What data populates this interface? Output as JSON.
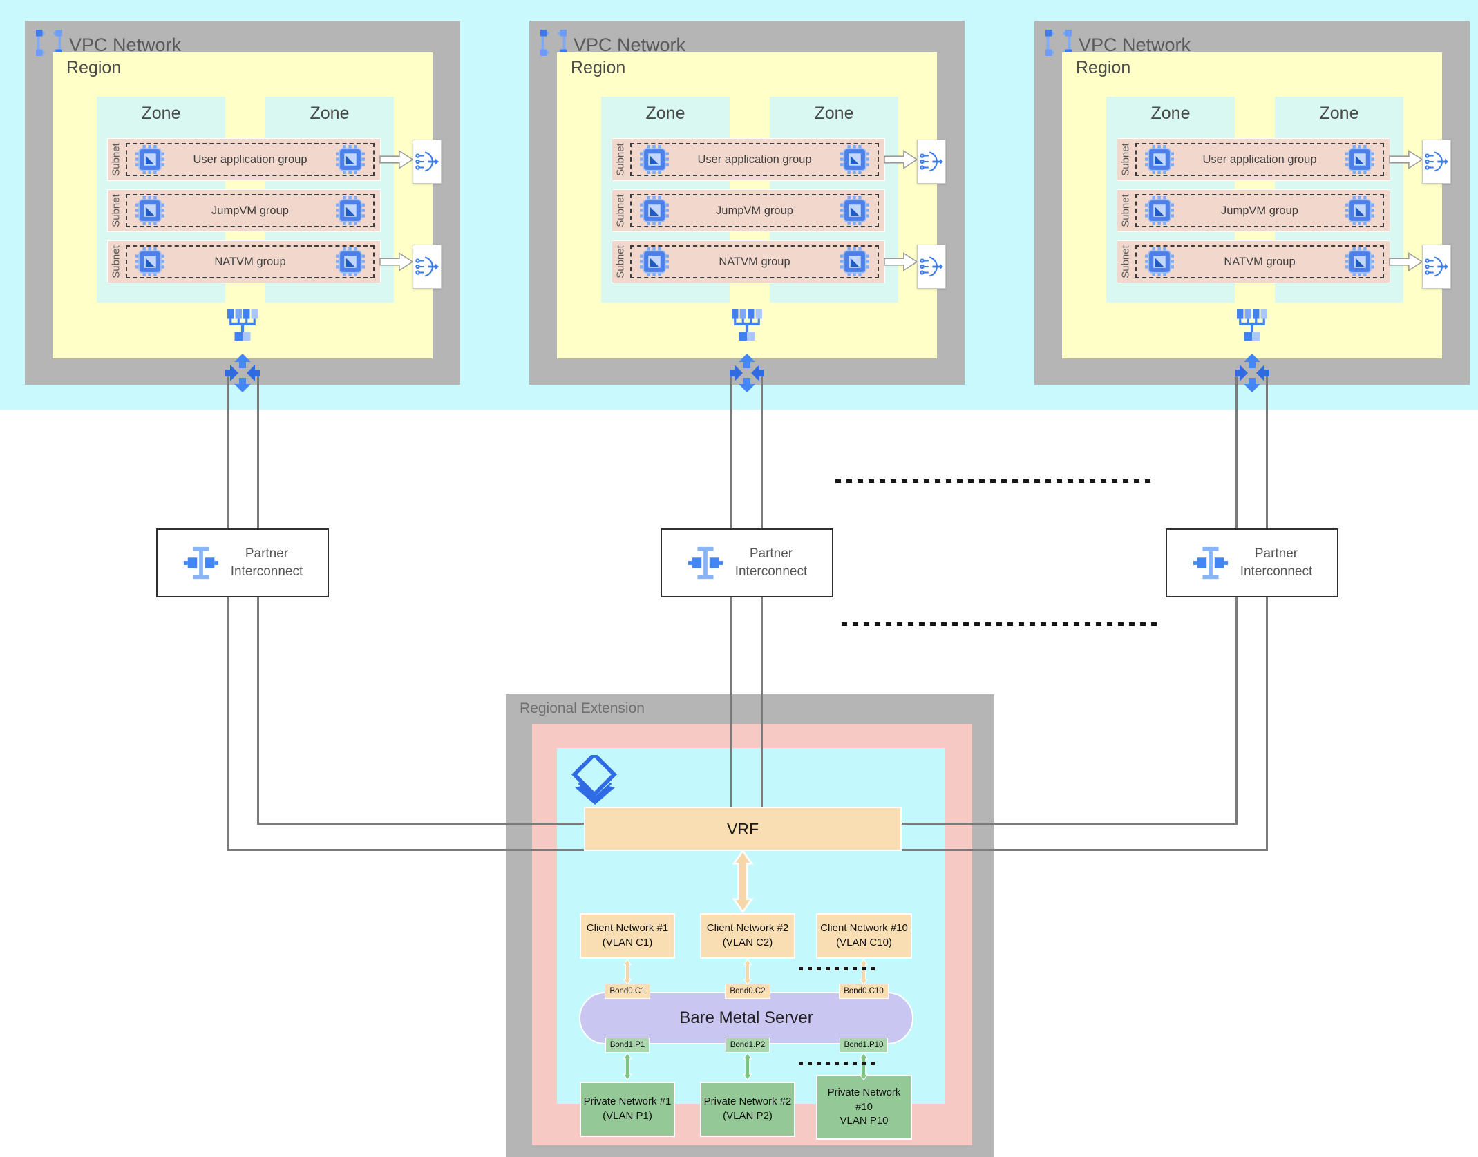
{
  "colors": {
    "top_band": "#c9f8fd",
    "vpc_frame": "#b5b5b5",
    "region_fill": "#ffffc8",
    "zone_fill": "#d9f8f2",
    "subnet_fill": "#f2d8cc",
    "regional_ext_pink": "#f7c9c5",
    "regional_ext_cyan": "#c3f9fd",
    "vrf_fill": "#f8deb2",
    "private_network_fill": "#95c897",
    "bare_metal_fill": "#c9c6f2",
    "icon_blue": "#4285f4",
    "connector_gray": "#7b7b7b"
  },
  "vpcs": [
    {
      "title": "VPC Network",
      "region": {
        "label": "Region"
      },
      "zones": [
        {
          "label": "Zone"
        },
        {
          "label": "Zone"
        }
      ],
      "subnets": [
        {
          "label": "Subnet",
          "group_label": "User application group"
        },
        {
          "label": "Subnet",
          "group_label": "JumpVM group"
        },
        {
          "label": "Subnet",
          "group_label": "NATVM group"
        }
      ]
    },
    {
      "title": "VPC Network",
      "region": {
        "label": "Region"
      },
      "zones": [
        {
          "label": "Zone"
        },
        {
          "label": "Zone"
        }
      ],
      "subnets": [
        {
          "label": "Subnet",
          "group_label": "User application group"
        },
        {
          "label": "Subnet",
          "group_label": "JumpVM group"
        },
        {
          "label": "Subnet",
          "group_label": "NATVM group"
        }
      ]
    },
    {
      "title": "VPC Network",
      "region": {
        "label": "Region"
      },
      "zones": [
        {
          "label": "Zone"
        },
        {
          "label": "Zone"
        }
      ],
      "subnets": [
        {
          "label": "Subnet",
          "group_label": "User application group"
        },
        {
          "label": "Subnet",
          "group_label": "JumpVM group"
        },
        {
          "label": "Subnet",
          "group_label": "NATVM group"
        }
      ]
    }
  ],
  "interconnects": [
    {
      "label": "Partner\nInterconnect"
    },
    {
      "label": "Partner\nInterconnect"
    },
    {
      "label": "Partner\nInterconnect"
    }
  ],
  "regional_extension": {
    "title": "Regional Extension",
    "vrf_label": "VRF",
    "bare_metal_server_label": "Bare Metal Server",
    "client_networks": [
      {
        "label": "Client Network #1\n(VLAN C1)"
      },
      {
        "label": "Client Network #2\n(VLAN C2)"
      },
      {
        "label": "Client Network #10\n(VLAN C10)"
      }
    ],
    "client_bonds": [
      {
        "label": "Bond0.C1"
      },
      {
        "label": "Bond0.C2"
      },
      {
        "label": "Bond0.C10"
      }
    ],
    "private_bonds": [
      {
        "label": "Bond1.P1"
      },
      {
        "label": "Bond1.P2"
      },
      {
        "label": "Bond1.P10"
      }
    ],
    "private_networks": [
      {
        "label": "Private Network #1\n(VLAN P1)"
      },
      {
        "label": "Private Network #2\n(VLAN P2)"
      },
      {
        "label": "Private Network\n#10\nVLAN P10"
      }
    ]
  }
}
